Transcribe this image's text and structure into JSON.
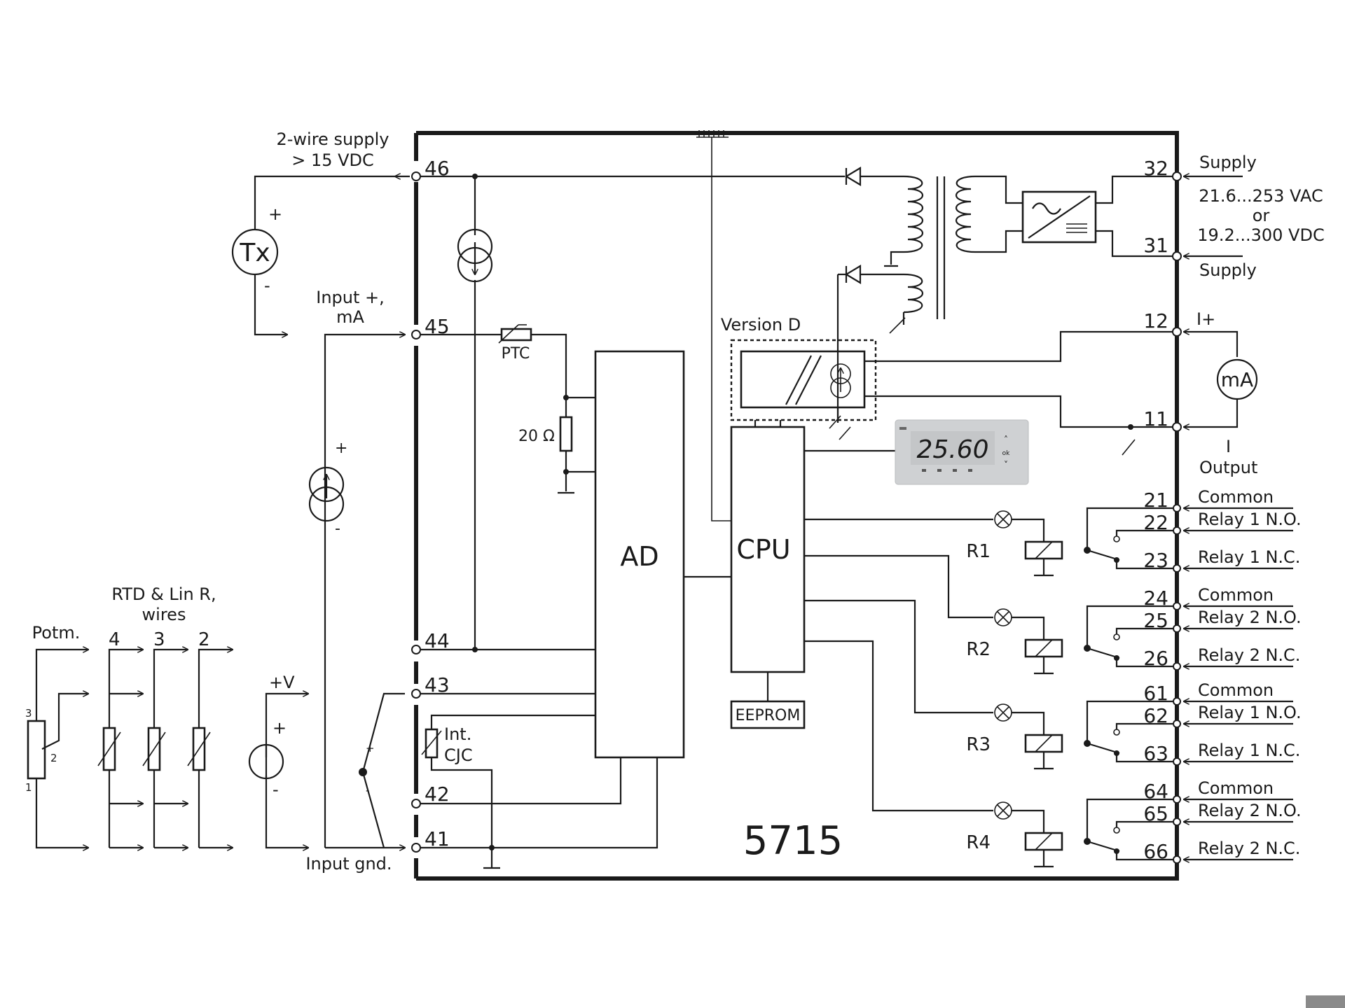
{
  "diagram": {
    "model": "5715",
    "left": {
      "two_wire_supply": [
        "2-wire supply",
        "> 15 VDC"
      ],
      "tx": "Tx",
      "plus": "+",
      "minus": "-",
      "input_ma": [
        "Input +,",
        "mA"
      ],
      "input_gnd": "Input gnd.",
      "rtd": [
        "RTD & Lin R,",
        "wires"
      ],
      "potm": "Potm.",
      "wire_4": "4",
      "wire_3": "3",
      "wire_2": "2",
      "pot_1": "1",
      "pot_2": "2",
      "pot_3": "3",
      "plus_v": "+V"
    },
    "terminals_left": [
      "46",
      "45",
      "44",
      "43",
      "42",
      "41"
    ],
    "internal": {
      "ptc": "PTC",
      "r20": "20 Ω",
      "int_cjc": [
        "Int.",
        "CJC"
      ],
      "ad": "AD",
      "cpu": "CPU",
      "eeprom": "EEPROM",
      "version_d": "Version D",
      "display_value": "25.60",
      "display_ok": "ok",
      "relays": [
        "R1",
        "R2",
        "R3",
        "R4"
      ]
    },
    "right": {
      "supply_terminals": [
        "32",
        "31"
      ],
      "supply_label": "Supply",
      "supply_range": [
        "21.6...253 VAC",
        "or",
        "19.2...300 VDC"
      ],
      "output_terminals": [
        "12",
        "11"
      ],
      "i_plus": "I+",
      "ma": "mA",
      "i_minus": "I",
      "output": "Output",
      "relay_groups": [
        {
          "terminals": [
            "21",
            "22",
            "23"
          ],
          "labels": [
            "Common",
            "Relay 1 N.O.",
            "Relay 1 N.C."
          ]
        },
        {
          "terminals": [
            "24",
            "25",
            "26"
          ],
          "labels": [
            "Common",
            "Relay 2 N.O.",
            "Relay 2 N.C."
          ]
        },
        {
          "terminals": [
            "61",
            "62",
            "63"
          ],
          "labels": [
            "Common",
            "Relay 1 N.O.",
            "Relay 1 N.C."
          ]
        },
        {
          "terminals": [
            "64",
            "65",
            "66"
          ],
          "labels": [
            "Common",
            "Relay 2 N.O.",
            "Relay 2 N.C."
          ]
        }
      ]
    }
  }
}
